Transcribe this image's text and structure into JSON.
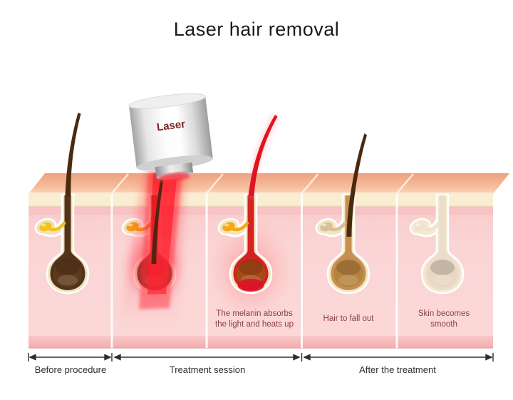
{
  "title": "Laser hair removal",
  "laser_device": {
    "label": "Laser"
  },
  "annotations": {
    "melanin": "The melanin absorbs the light and heats up",
    "hair_fall": "Hair to fall out",
    "smooth": "Skin becomes smooth"
  },
  "timeline": {
    "segments": [
      {
        "label": "Before procedure"
      },
      {
        "label": "Treatment session"
      },
      {
        "label": "After the treatment"
      }
    ]
  },
  "stages": [
    {
      "phase": "Before procedure",
      "hair_color": "#4a2b10",
      "gland_color": "#f2c31c"
    },
    {
      "phase": "Treatment session",
      "hair_color": "#42250e",
      "gland_color": "#f59e16"
    },
    {
      "phase": "Treatment session",
      "hair_color": "#d81f20",
      "gland_color": "#f5a816"
    },
    {
      "phase": "After the treatment",
      "hair_color": "#c68f4f",
      "gland_color": "#d9c096"
    },
    {
      "phase": "After the treatment",
      "hair_color": "none",
      "gland_color": "#efe3cc"
    }
  ],
  "colors": {
    "background": "#ffffff",
    "title_text": "#1b1b1b",
    "skin_surface_peach": "#f2a987",
    "epidermis_cream": "#f8efd2",
    "dermis_pink": "#fad2d2",
    "laser_red": "#ee1c2e",
    "annotation_text": "#8a4046",
    "timeline_text": "#2e2e2e",
    "laser_label_text": "#7d2222",
    "device_gray": "#e6e6e6"
  }
}
